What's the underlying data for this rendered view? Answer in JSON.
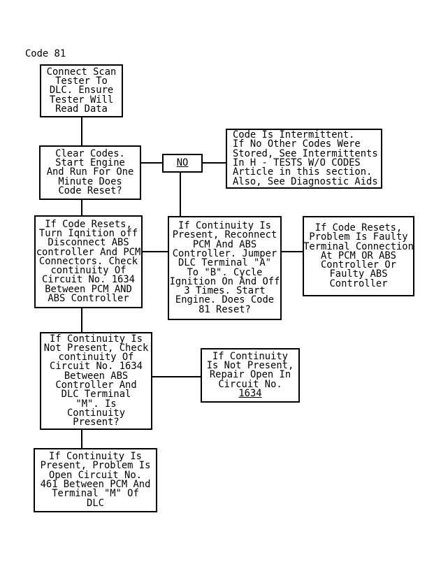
{
  "page": {
    "title": "Code 81"
  },
  "colors": {
    "background": "#ffffff",
    "line": "#000000",
    "text": "#000000"
  },
  "boxes": {
    "connect_scan": {
      "lines": [
        "Connect Scan",
        "Tester To",
        "DLC. Ensure",
        "Tester Will",
        "Read Data"
      ]
    },
    "clear_codes": {
      "lines": [
        "Clear Codes.",
        "Start Engine",
        "And Run For One",
        "Minute Does",
        "Code Reset?"
      ]
    },
    "no_connector": {
      "label": "NO"
    },
    "intermittent": {
      "lines": [
        "Code Is Intermittent.",
        "If No Other Codes Were",
        "Stored, See Intermittents",
        "In H - TESTS W/O CODES",
        "Article in this section.",
        "Also, See Diagnostic Aids"
      ]
    },
    "code_resets": {
      "lines": [
        "If Code Resets,",
        "Turn Iqnition off",
        "Disconnect ABS",
        "controller And PCM",
        "Connectors. Check",
        "continuity Of",
        "Circuit No. 1634",
        "Between PCM AND",
        "ABS Controller"
      ]
    },
    "reconnect_jumper": {
      "lines": [
        "If Continuity Is",
        "Present, Reconnect",
        "PCM And ABS",
        "Controller. Jumper",
        "DLC Terminal \"A\"",
        "To \"B\". Cycle",
        "Ignition On And Off",
        "3 Times. Start",
        "Engine. Does Code",
        "81 Reset?"
      ]
    },
    "faulty_terminal": {
      "lines": [
        "If Code Resets,",
        "Problem Is Faulty",
        "Terminal Connection",
        "At PCM OR ABS",
        "Controller Or",
        "Faulty ABS",
        "Controller"
      ]
    },
    "check_continuity_1634": {
      "lines": [
        "If Continuity Is",
        "Not Present, Check",
        "continuity Of",
        "Circuit No. 1634",
        "Between ABS",
        "Controller And",
        "DLC Terminal",
        "\"M\". Is",
        "Continuity",
        "Present?"
      ]
    },
    "repair_open_1634": {
      "lines": [
        "If Continuity",
        "Is Not Present,",
        "Repair Open In",
        "Circuit No.",
        "1634"
      ]
    },
    "open_circuit_461": {
      "lines": [
        "If Continuity Is",
        "Present, Problem Is",
        "Open Circuit No.",
        "461 Between PCM And",
        "Terminal \"M\" Of",
        "DLC"
      ]
    }
  }
}
